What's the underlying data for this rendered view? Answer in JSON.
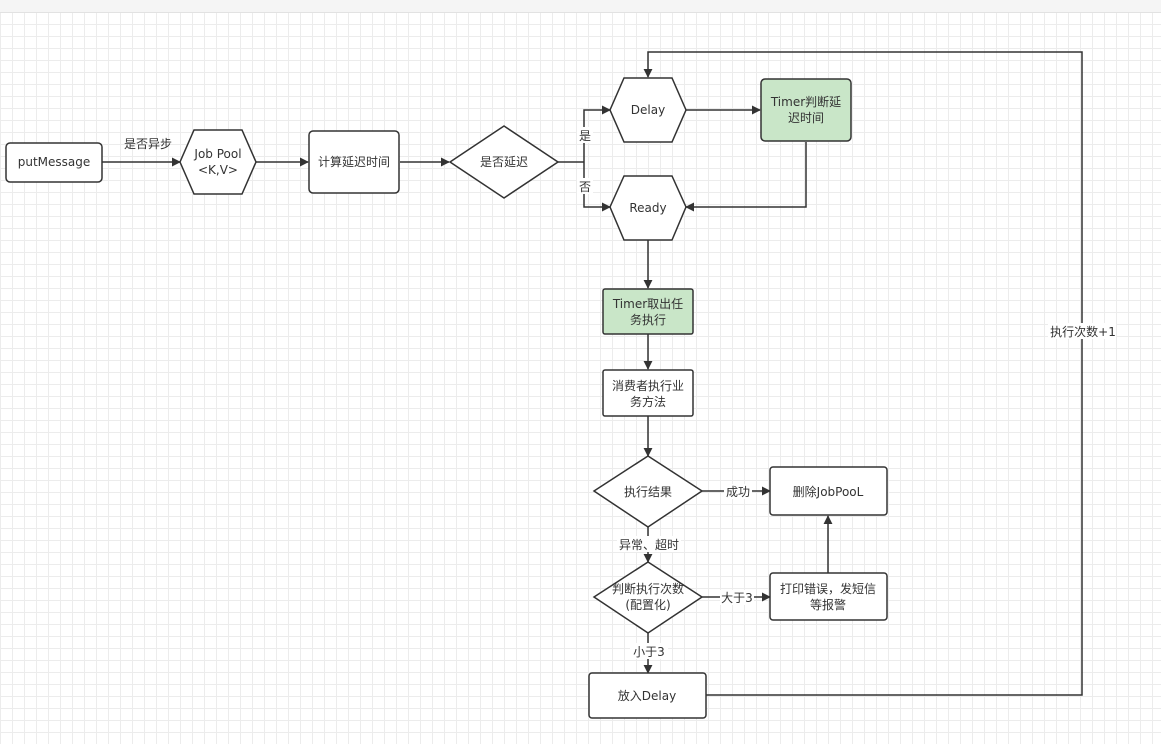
{
  "colors": {
    "stroke": "#333333",
    "node_fill": "#ffffff",
    "highlight_fill": "#c9e6c8",
    "text": "#333333"
  },
  "nodes": {
    "put_message": "putMessage",
    "job_pool": [
      "Job Pool",
      "<K,V>"
    ],
    "calc_delay": "计算延迟时间",
    "is_delayed": "是否延迟",
    "delay": "Delay",
    "timer_check": [
      "Timer判断延",
      "迟时间"
    ],
    "ready": "Ready",
    "timer_take": [
      "Timer取出任",
      "务执行"
    ],
    "consumer": [
      "消费者执行业",
      "务方法"
    ],
    "exec_result": "执行结果",
    "delete_pool": "删除JobPooL",
    "check_count": [
      "判断执行次数",
      "(配置化)"
    ],
    "print_error": [
      "打印错误，发短信",
      "等报警"
    ],
    "put_delay": "放入Delay"
  },
  "edges": {
    "is_async": "是否异步",
    "yes": "是",
    "no": "否",
    "success": "成功",
    "exception": "异常、超时",
    "greater": "大于3",
    "less": "小于3",
    "count_plus": "执行次数+1"
  }
}
